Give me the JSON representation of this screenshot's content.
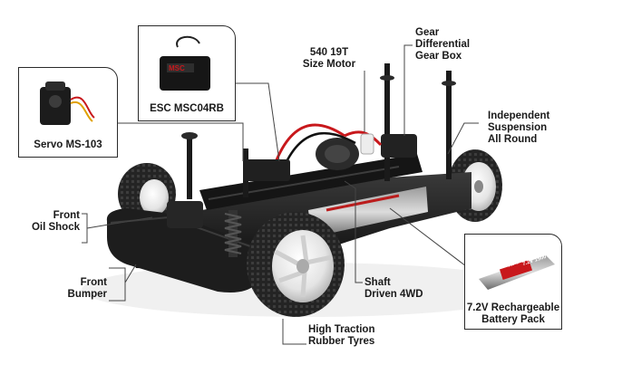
{
  "callouts": {
    "servo": "Servo MS-103",
    "esc": "ESC MSC04RB",
    "motor": [
      "540 19T",
      "Size Motor"
    ],
    "gearbox": [
      "Gear",
      "Differential",
      "Gear Box"
    ],
    "suspension": [
      "Independent",
      "Suspension",
      "All Round"
    ],
    "oil_shock": [
      "Front",
      "Oil Shock"
    ],
    "bumper": [
      "Front",
      "Bumper"
    ],
    "shaft": [
      "Shaft",
      "Driven 4WD"
    ],
    "tyres": [
      "High Traction",
      "Rubber Tyres"
    ],
    "battery": [
      "7.2V Rechargeable",
      "Battery Pack"
    ]
  },
  "product_labels": {
    "esc_logo": "MSC",
    "battery_brand": "HPI",
    "battery_spec": "7.2V 1500"
  },
  "colors": {
    "chassis": "#1b1b1b",
    "tyre": "#232323",
    "rim": "#e9e9e9",
    "wire_red": "#c8181c",
    "callout_line": "#444444"
  }
}
